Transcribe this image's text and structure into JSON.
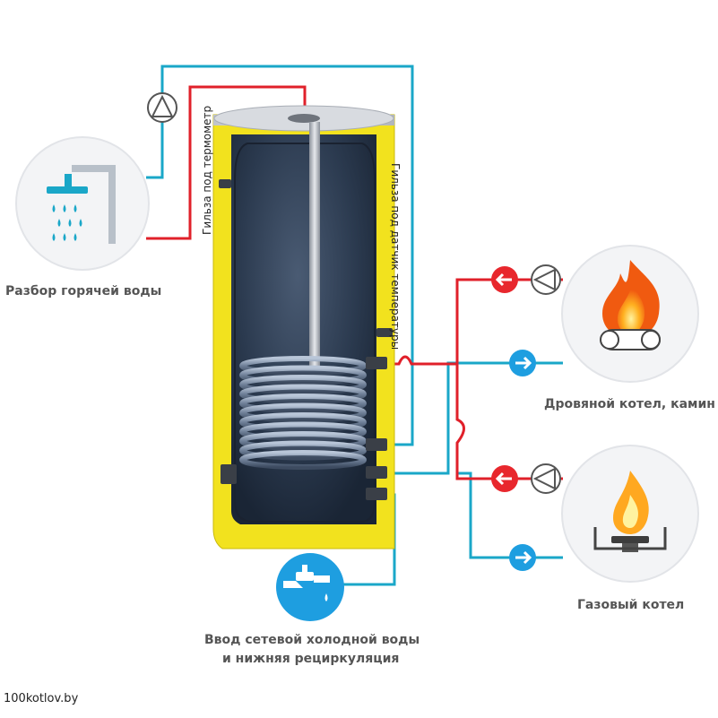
{
  "labels": {
    "hot_water_outlet": "Разбор горячей воды",
    "thermometer_sleeve": "Гильза под термометр",
    "sensor_sleeve": "Гильза под датчик температуры",
    "wood_boiler": "Дровяной котел, камин",
    "gas_boiler": "Газовый котел",
    "cold_inlet_line1": "Ввод  сетевой холодной воды",
    "cold_inlet_line2": "и нижняя рециркуляция"
  },
  "watermark": "100kotlov.by",
  "colors": {
    "hot_pipe": "#e0202a",
    "cold_pipe": "#1aa7c8",
    "insulation": "#f2e21e",
    "tank_inner": "#2b3a4f",
    "badge_red": "#e8272d",
    "badge_blue": "#1e9ee0",
    "label_text": "#555555"
  },
  "icons": [
    "shower-icon",
    "faucet-icon",
    "fire-icon",
    "gas-flame-icon",
    "pump-icon",
    "arrow-left-icon",
    "arrow-right-icon"
  ]
}
